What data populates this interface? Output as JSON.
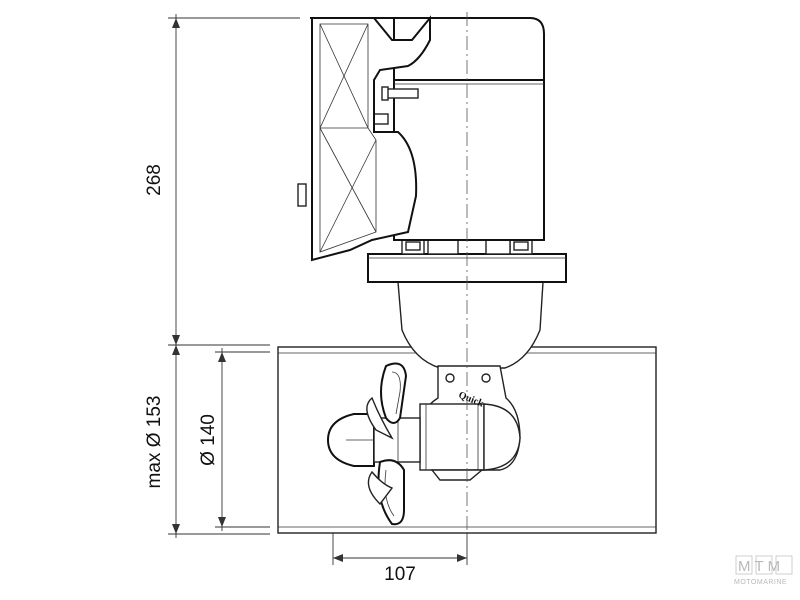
{
  "dimensions": {
    "height": "268",
    "max_diameter": "max Ø 153",
    "tube_diameter": "Ø 140",
    "propeller_offset": "107"
  },
  "brand_label": "Quick",
  "watermark": {
    "letters": "MTM",
    "word": "MOTOMARINE"
  },
  "colors": {
    "line": "#222222",
    "watermark": "#b9b9b9",
    "background": "#ffffff"
  }
}
